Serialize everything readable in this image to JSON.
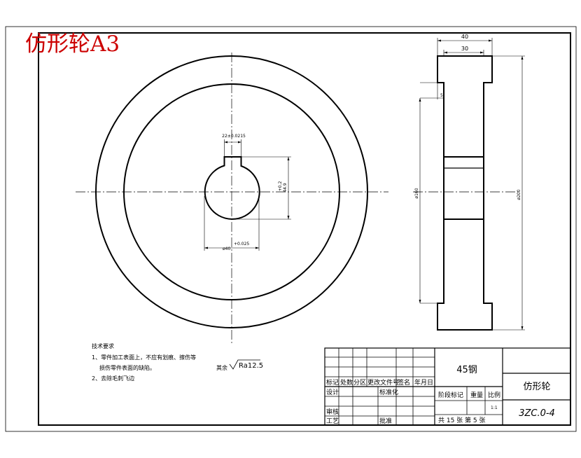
{
  "title_red": "仿形轮A3",
  "dimensions": {
    "width_total": "40",
    "width_hub": "30",
    "offset": "5",
    "dia_inner": "ø160",
    "dia_outer": "ø200",
    "key_width": "22±0.0215",
    "key_depth": "44.9",
    "key_depth_tol": "+0.2",
    "bore": "ø40",
    "bore_tol": "+0.025"
  },
  "notes": {
    "heading": "技术要求",
    "line1": "1、零件加工表面上，不应有划痕、擦伤等",
    "line2": "损伤零件表面的缺陷。",
    "line3": "2、去除毛刺飞边"
  },
  "surface": {
    "prefix": "其余",
    "value": "Ra12.5"
  },
  "title_block": {
    "material": "45钢",
    "part_name": "仿形轮",
    "drawing_no": "3ZC.0-4",
    "col_mark": "标记",
    "col_count": "处数",
    "col_zone": "分区",
    "col_doc": "更改文件号",
    "col_sign": "签名",
    "col_date": "年月日",
    "design": "设计",
    "standard": "标准化",
    "stage": "阶段标记",
    "weight": "重量",
    "scale": "比例",
    "scale_val": "1:1",
    "check": "审核",
    "process": "工艺",
    "approve": "批准",
    "sheets": "共 15 张 第 5 张"
  }
}
